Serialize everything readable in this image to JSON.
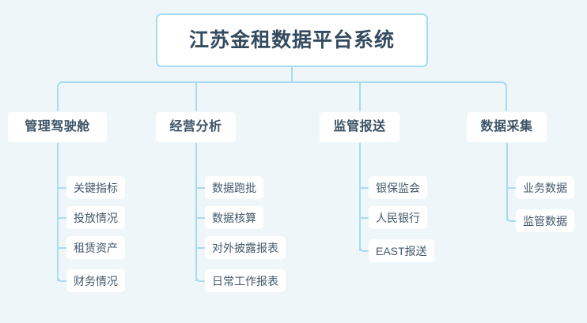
{
  "diagram": {
    "type": "org-chart",
    "title_node": {
      "label": "江苏金租数据平台系统"
    },
    "branches": [
      {
        "label": "管理驾驶舱",
        "children": [
          {
            "label": "关键指标"
          },
          {
            "label": "投放情况"
          },
          {
            "label": "租赁资产"
          },
          {
            "label": "财务情况"
          }
        ]
      },
      {
        "label": "经营分析",
        "children": [
          {
            "label": "数据跑批"
          },
          {
            "label": "数据核算"
          },
          {
            "label": "对外披露报表"
          },
          {
            "label": "日常工作报表"
          }
        ]
      },
      {
        "label": "监管报送",
        "children": [
          {
            "label": "银保监会"
          },
          {
            "label": "人民银行"
          },
          {
            "label": "EAST报送"
          }
        ]
      },
      {
        "label": "数据采集",
        "children": [
          {
            "label": "业务数据"
          },
          {
            "label": "监管数据"
          }
        ]
      }
    ],
    "colors": {
      "background": "#eff6fa",
      "connector": "#a9dcf0",
      "node_background": "#ffffff",
      "root_border": "#a5dcf2",
      "root_text": "#344a5f",
      "branch_text": "#3d5468",
      "leaf_text": "#42586c"
    }
  }
}
